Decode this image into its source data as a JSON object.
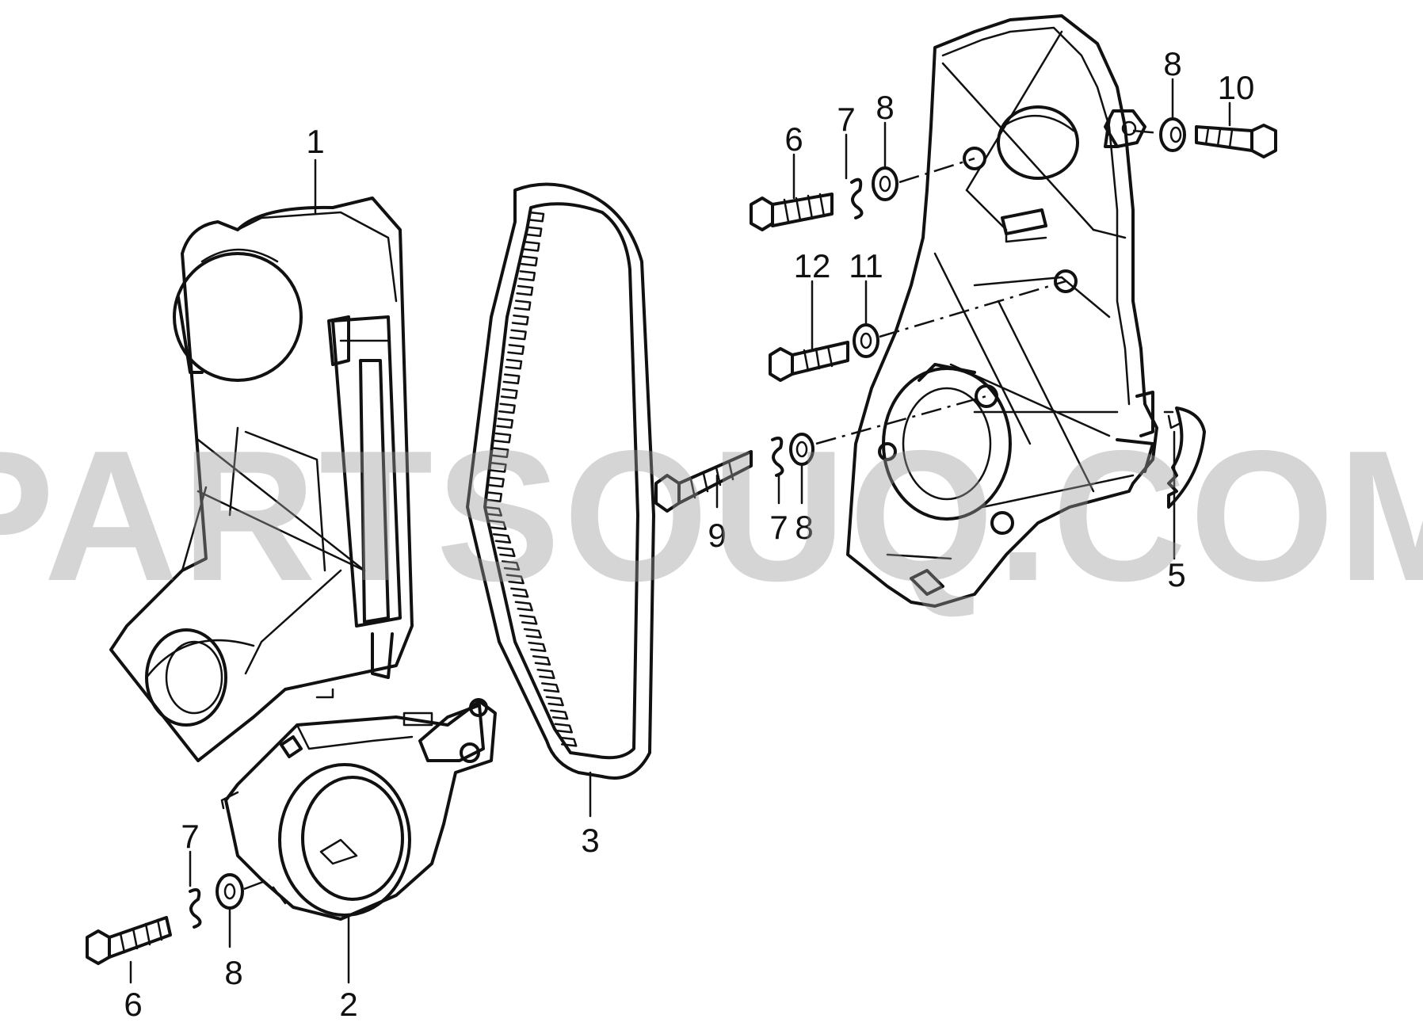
{
  "watermark": "PARTSOUQ.COM",
  "colors": {
    "line": "#111111",
    "watermark": "#9a9a9a",
    "background": "#ffffff"
  },
  "callouts": [
    {
      "id": "c1",
      "label": "1"
    },
    {
      "id": "c2",
      "label": "2"
    },
    {
      "id": "c3",
      "label": "3"
    },
    {
      "id": "c5",
      "label": "5"
    },
    {
      "id": "c6a",
      "label": "6"
    },
    {
      "id": "c6b",
      "label": "6"
    },
    {
      "id": "c7a",
      "label": "7"
    },
    {
      "id": "c7b",
      "label": "7"
    },
    {
      "id": "c7c",
      "label": "7"
    },
    {
      "id": "c8a",
      "label": "8"
    },
    {
      "id": "c8b",
      "label": "8"
    },
    {
      "id": "c8c",
      "label": "8"
    },
    {
      "id": "c8d",
      "label": "8"
    },
    {
      "id": "c9",
      "label": "9"
    },
    {
      "id": "c10",
      "label": "10"
    },
    {
      "id": "c11",
      "label": "11"
    },
    {
      "id": "c12",
      "label": "12"
    }
  ]
}
